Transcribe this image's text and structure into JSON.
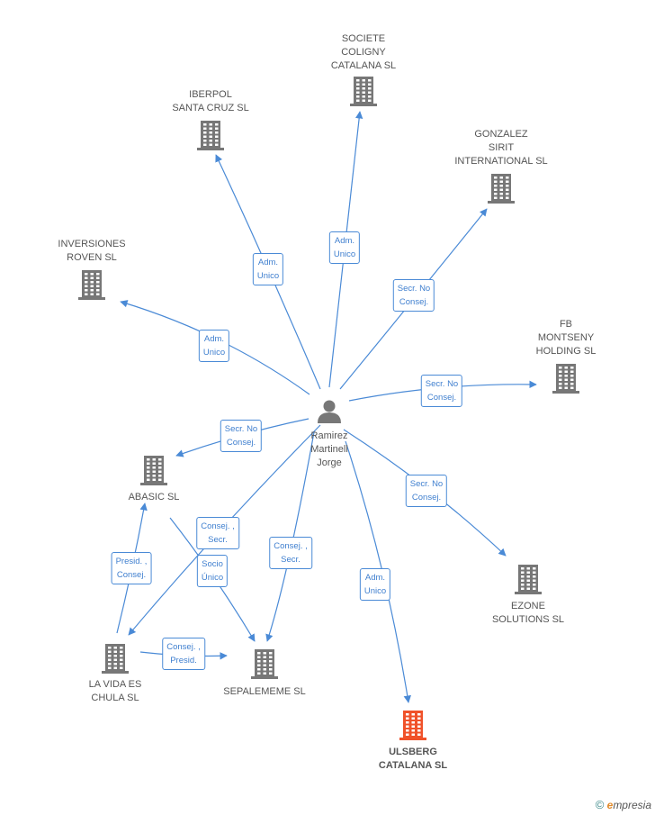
{
  "person": {
    "name": "Ramirez\nMartinell\nJorge",
    "icon": "person-icon"
  },
  "companies": [
    {
      "id": "societe",
      "name": "SOCIETE\nCOLIGNY\nCATALANA SL",
      "icon": "building-icon"
    },
    {
      "id": "iberpol",
      "name": "IBERPOL\nSANTA CRUZ SL",
      "icon": "building-icon"
    },
    {
      "id": "gonzalez",
      "name": "GONZALEZ\nSIRIT\nINTERNATIONAL SL",
      "icon": "building-icon"
    },
    {
      "id": "inversiones",
      "name": "INVERSIONES\nROVEN SL",
      "icon": "building-icon"
    },
    {
      "id": "fb",
      "name": "FB\nMONTSENY\nHOLDING  SL",
      "icon": "building-icon"
    },
    {
      "id": "abasic",
      "name": "ABASIC SL",
      "icon": "building-icon"
    },
    {
      "id": "ezone",
      "name": "EZONE\nSOLUTIONS SL",
      "icon": "building-icon"
    },
    {
      "id": "lavida",
      "name": "LA VIDA ES\nCHULA SL",
      "icon": "building-icon"
    },
    {
      "id": "sepalememe",
      "name": "SEPALEMEME SL",
      "icon": "building-icon"
    },
    {
      "id": "ulsberg",
      "name": "ULSBERG\nCATALANA SL",
      "icon": "building-icon",
      "highlight": true,
      "color": "#f0522a"
    }
  ],
  "relations": [
    {
      "from": "person",
      "to": "societe",
      "label": "Adm.\nUnico"
    },
    {
      "from": "person",
      "to": "iberpol",
      "label": "Adm.\nUnico"
    },
    {
      "from": "person",
      "to": "gonzalez",
      "label": "Secr.  No\nConsej."
    },
    {
      "from": "person",
      "to": "inversiones",
      "label": "Adm.\nUnico"
    },
    {
      "from": "person",
      "to": "fb",
      "label": "Secr.  No\nConsej."
    },
    {
      "from": "person",
      "to": "abasic",
      "label": "Secr.  No\nConsej."
    },
    {
      "from": "person",
      "to": "ezone",
      "label": "Secr.  No\nConsej."
    },
    {
      "from": "person",
      "to": "lavida",
      "label": "Consej. ,\nSecr."
    },
    {
      "from": "person",
      "to": "sepalememe",
      "label": "Consej. ,\nSecr."
    },
    {
      "from": "person",
      "to": "ulsberg",
      "label": "Adm.\nUnico"
    },
    {
      "from": "lavida",
      "to": "abasic",
      "label": "Presid. ,\nConsej."
    },
    {
      "from": "lavida",
      "to": "sepalememe",
      "label": "Consej. ,\nPresid."
    },
    {
      "from": "abasic",
      "to": "sepalememe",
      "label": "Socio\nÚnico"
    }
  ],
  "colors": {
    "edge": "#4a8ad6",
    "node": "#777777",
    "highlight": "#f0522a"
  },
  "watermark": {
    "symbol": "©",
    "brand_initial": "e",
    "brand_rest": "mpresia"
  }
}
